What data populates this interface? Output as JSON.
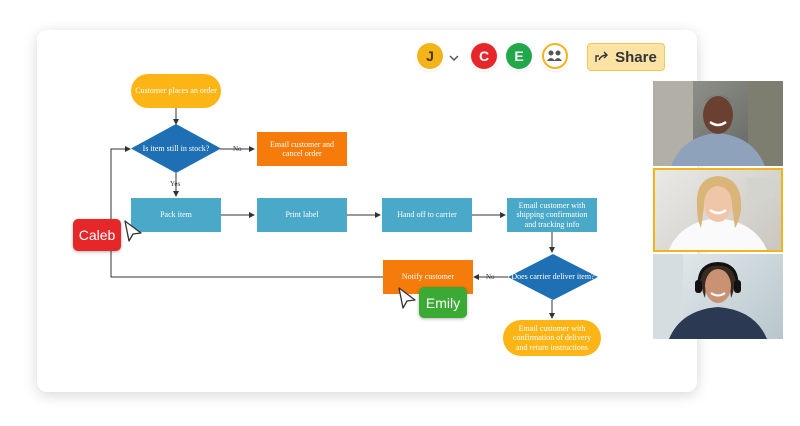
{
  "toolbar": {
    "avatars": [
      {
        "initial": "J",
        "color": "#f3b31a"
      },
      {
        "initial": "C",
        "color": "#e5272a"
      },
      {
        "initial": "E",
        "color": "#22a84a"
      }
    ],
    "share_label": "Share"
  },
  "flowchart": {
    "start": "Customer places an order",
    "decision_stock": "Is item still in stock?",
    "label_no_stock": "No",
    "email_cancel": "Email customer and cancel order",
    "label_yes": "Yes",
    "pack": "Pack item",
    "print": "Print label",
    "handoff": "Hand off to carrier",
    "email_shipping": "Email customer with shipping confirmation and tracking info",
    "decision_delivered": "Does carrier deliver item?",
    "label_no_delivered": "No",
    "notify": "Notify customer",
    "email_delivery": "Email customer with confirmation of delivery and return instructions"
  },
  "collaborators": {
    "caleb": {
      "name": "Caleb",
      "color": "#e5272a"
    },
    "emily": {
      "name": "Emily",
      "color": "#3aaa35"
    }
  },
  "video_call": {
    "participants": [
      "participant-1",
      "participant-2",
      "participant-3"
    ]
  },
  "colors": {
    "teal": "#4aa8c8",
    "orange": "#f57c0b",
    "yellow": "#fdb515",
    "diamond_blue": "#1f6fb5",
    "share_bg": "#fbe3a6"
  }
}
